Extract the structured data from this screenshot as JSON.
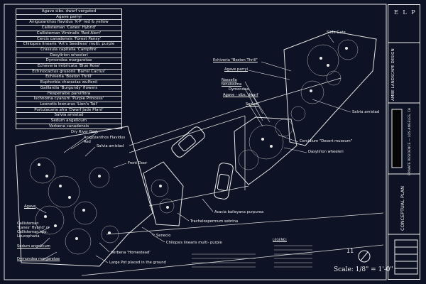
{
  "plant_list": [
    "Agave sibs. dwarf vergated",
    "Agave parryi",
    "Anigozanthos flavidus 'K-P' red & yellow",
    "Callisteman 'Canes' Hybrid'",
    "Callisteman Viminalis 'Red Alert'",
    "Cercis canadensis 'Forest Pansy'",
    "Chilopsis linearis 'Art's Seedless' multi. purple",
    "Crassula capitella 'Campfire'",
    "Dasylirion wheeleri",
    "Dymondea margaretae",
    "Echeveria imbricata 'Blue Rose'",
    "Echinocactus grusonii 'Barrel Cactus'",
    "Echiveria 'Boston Thrill'",
    "Euphorbia characias wulfenii",
    "Gaillardia 'Burgundy' flowers",
    "Hesperaloe parviflora",
    "Ischnoma cyanum 'Purple Princess'",
    "Leonotis leonurus 'Lion's Tail'",
    "Portulacaria afra 'Dwarf Jade Plant'",
    "Salvia amistad",
    "Sedum angelicum",
    "Verbena canadensis"
  ],
  "labels": {
    "slide_gate": "Slide Gate",
    "echiveria_boston": "Echiveria \"Boston Thrill\"",
    "agave_parryi": "Agave parryi",
    "nassella": "Nassella tenuissima",
    "dymondea": "Dymondea",
    "agave_sibs": "Agave - sibs. dwarf",
    "sedum": "Sedum",
    "salvia_amistad_right": "Salvia amistad",
    "cercidium": "Cercidium \"Desert museum\"",
    "dasylirion": "Dasylirion wheeleri",
    "dry_river_bed": "Dry River Bed",
    "anigozanthos": "Anigozanthos Flavidus Red",
    "salvia_amistad_left": "Salvia amistad",
    "front_door": "Front Door",
    "acacia": "Acacia baileyana purpurea",
    "trachelospermum": "Trachelospermum sebrina",
    "senecio": "Senecio",
    "chilopsis": "Chilopsis linearis multi- purple",
    "verbena": "Verbena 'Homestead'",
    "large_pot": "Large Pot placed in the ground",
    "agave_left": "Agave",
    "callisteman": "Callisteman 'Canes' Hybrid' or Callisteman spp. Leucophana",
    "sedum_angelicum": "Sedum angelicum",
    "dymondea_margaretae": "Dymondea margaretae"
  },
  "legend_title": "LEGEND:",
  "sheet_number": "11",
  "scale": "Scale: 1/8\" = 1'-0\"",
  "title_block": {
    "project": "AMBE LANDSCAPE DESIGN",
    "address": "PRIVATE RESIDENCE — LOS ANGELES, CA",
    "sheet_title": "CONCEPTUAL PLAN",
    "logo": "E L P"
  },
  "colors": {
    "background": "#0d1224",
    "lines": "#f0f0f0"
  }
}
